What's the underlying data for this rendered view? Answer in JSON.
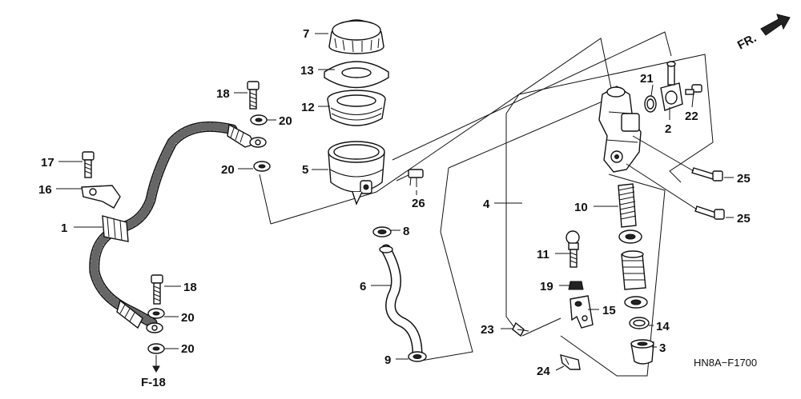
{
  "diagram": {
    "code": "HN8A−F1700",
    "direction_label": "FR.",
    "reference": "F-18",
    "callouts": [
      "1",
      "2",
      "3",
      "4",
      "5",
      "6",
      "7",
      "8",
      "9",
      "10",
      "11",
      "12",
      "13",
      "14",
      "15",
      "16",
      "17",
      "18",
      "18",
      "19",
      "20",
      "20",
      "20",
      "20",
      "21",
      "22",
      "23",
      "24",
      "25",
      "25",
      "26"
    ]
  }
}
